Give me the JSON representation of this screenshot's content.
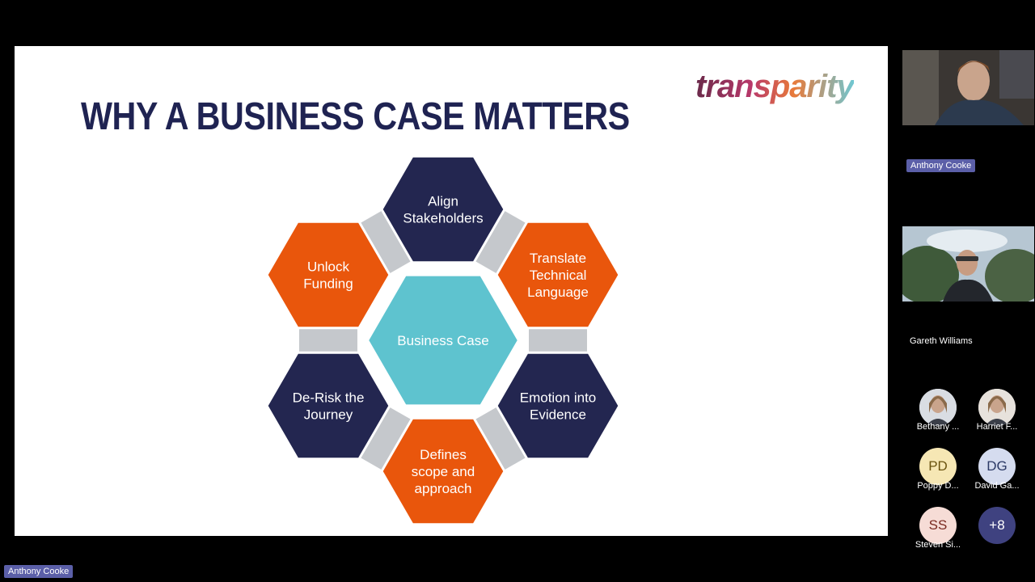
{
  "slide": {
    "title": "WHY A BUSINESS CASE MATTERS",
    "logo_text": "transparity",
    "center": "Business Case",
    "hexagons": [
      {
        "id": "align",
        "lines": [
          "Align",
          "Stakeholders"
        ],
        "color": "#232650"
      },
      {
        "id": "translate",
        "lines": [
          "Translate",
          "Technical",
          "Language"
        ],
        "color": "#e9560c"
      },
      {
        "id": "emotion",
        "lines": [
          "Emotion into",
          "Evidence"
        ],
        "color": "#232650"
      },
      {
        "id": "defines",
        "lines": [
          "Defines",
          "scope and",
          "approach"
        ],
        "color": "#e9560c"
      },
      {
        "id": "derisk",
        "lines": [
          "De-Risk the",
          "Journey"
        ],
        "color": "#232650"
      },
      {
        "id": "unlock",
        "lines": [
          "Unlock",
          "Funding"
        ],
        "color": "#e9560c"
      }
    ],
    "colors": {
      "navy": "#232650",
      "orange": "#e9560c",
      "teal": "#5ec3cf",
      "connector": "#c5c8cc"
    }
  },
  "participants": {
    "video": [
      {
        "name": "Anthony Cooke"
      },
      {
        "name": "Gareth Williams"
      }
    ],
    "avatars": [
      {
        "initials": "",
        "name": "Bethany ...",
        "bg": "#d9dde3",
        "fg": "#333333",
        "photo": true
      },
      {
        "initials": "",
        "name": "Harriet F...",
        "bg": "#e7e2dc",
        "fg": "#333333",
        "photo": true
      },
      {
        "initials": "PD",
        "name": "Poppy D...",
        "bg": "#f6e7b4",
        "fg": "#6b5410"
      },
      {
        "initials": "DG",
        "name": "David Ga...",
        "bg": "#d5dcef",
        "fg": "#2c3a66"
      },
      {
        "initials": "SS",
        "name": "Steven Si...",
        "bg": "#f6dcd6",
        "fg": "#7a2b22"
      },
      {
        "initials": "+8",
        "name": "",
        "bg": "#3f4280",
        "fg": "#ffffff"
      }
    ],
    "presenter_label": "Anthony Cooke"
  }
}
